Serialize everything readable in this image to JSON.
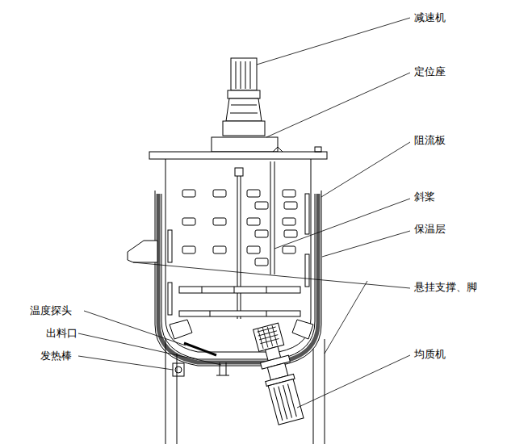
{
  "diagram": {
    "labels": [
      "减速机",
      "定位座",
      "阻流板",
      "斜桨",
      "保温层",
      "悬挂支撑、脚",
      "温度探头",
      "出料口",
      "发热棒",
      "均质机"
    ]
  }
}
